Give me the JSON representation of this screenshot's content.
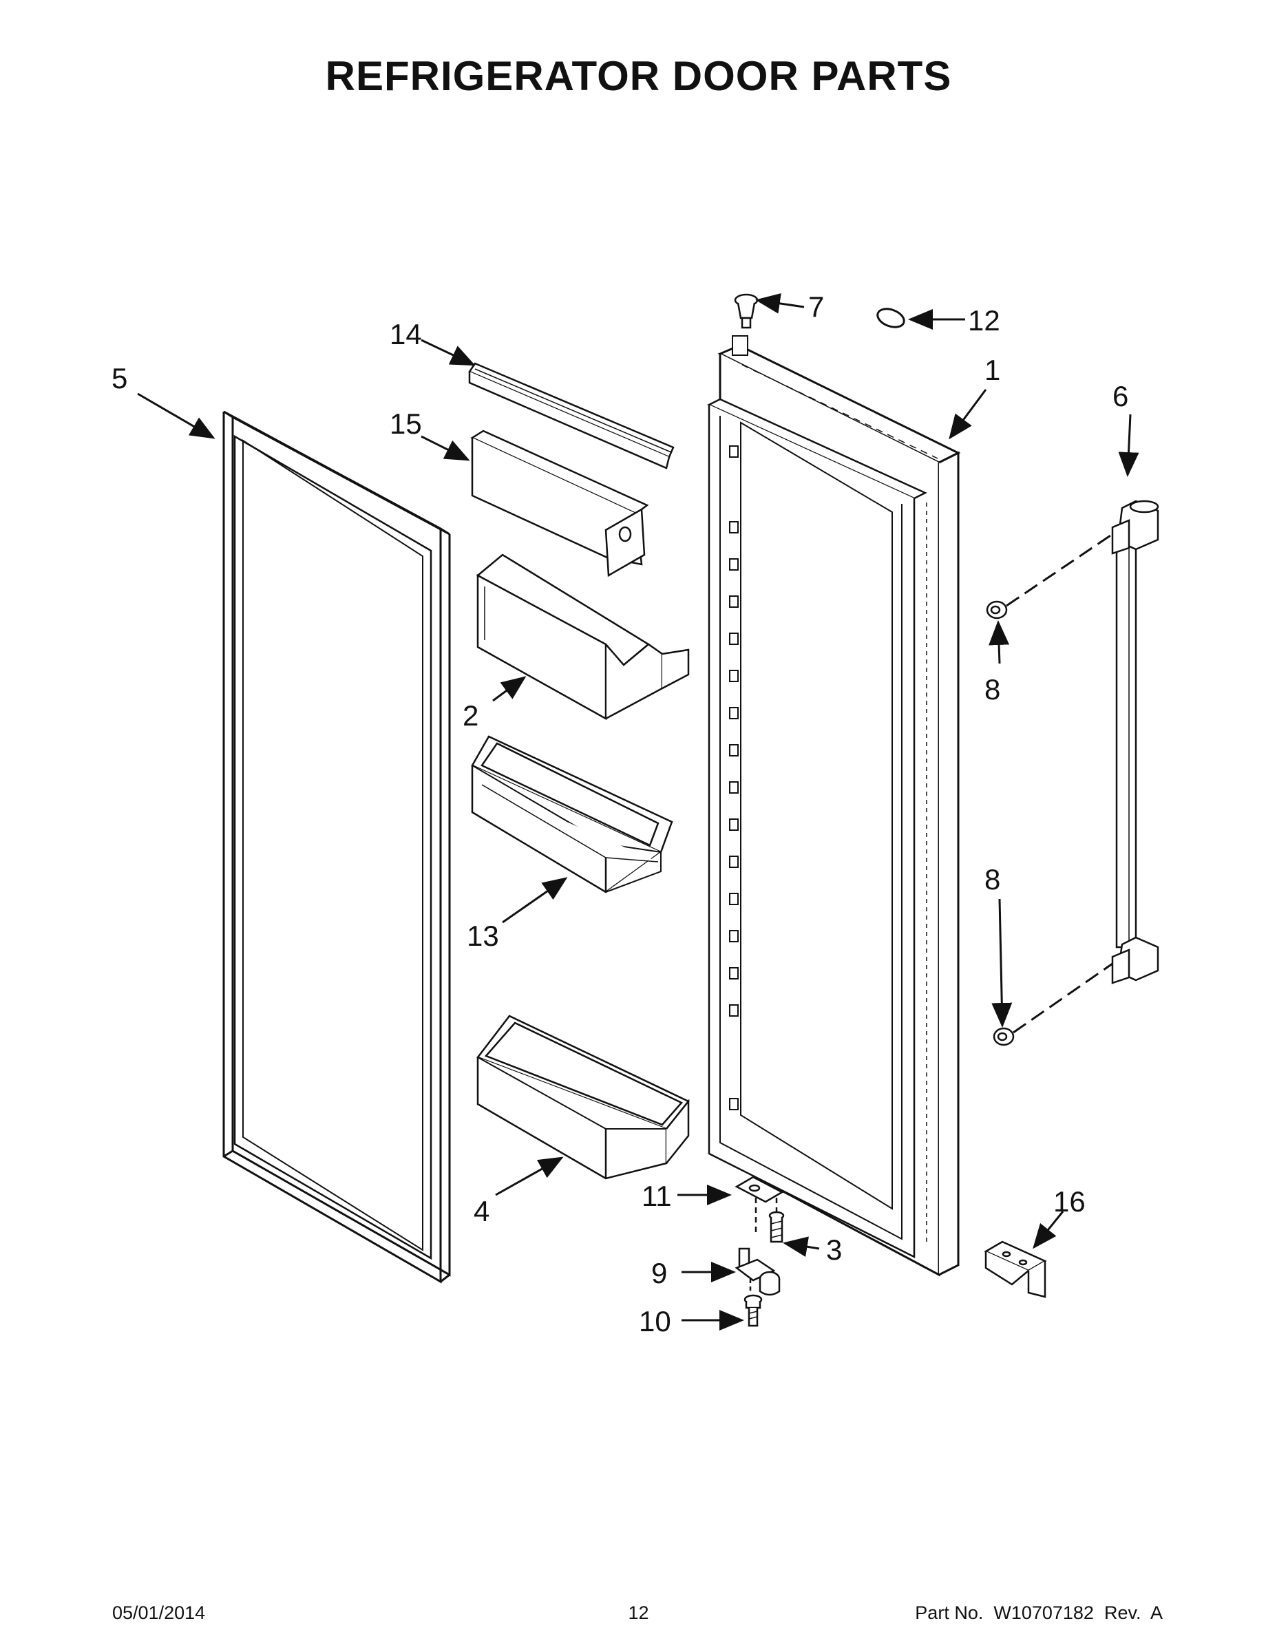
{
  "title": "REFRIGERATOR DOOR PARTS",
  "callouts": {
    "c1": "1",
    "c2": "2",
    "c3": "3",
    "c4": "4",
    "c5": "5",
    "c6": "6",
    "c7": "7",
    "c8a": "8",
    "c8b": "8",
    "c9": "9",
    "c10": "10",
    "c11": "11",
    "c12": "12",
    "c13": "13",
    "c14": "14",
    "c15": "15",
    "c16": "16"
  },
  "footer": {
    "date": "05/01/2014",
    "page": "12",
    "part": "Part No.  W10707182  Rev.  A"
  }
}
